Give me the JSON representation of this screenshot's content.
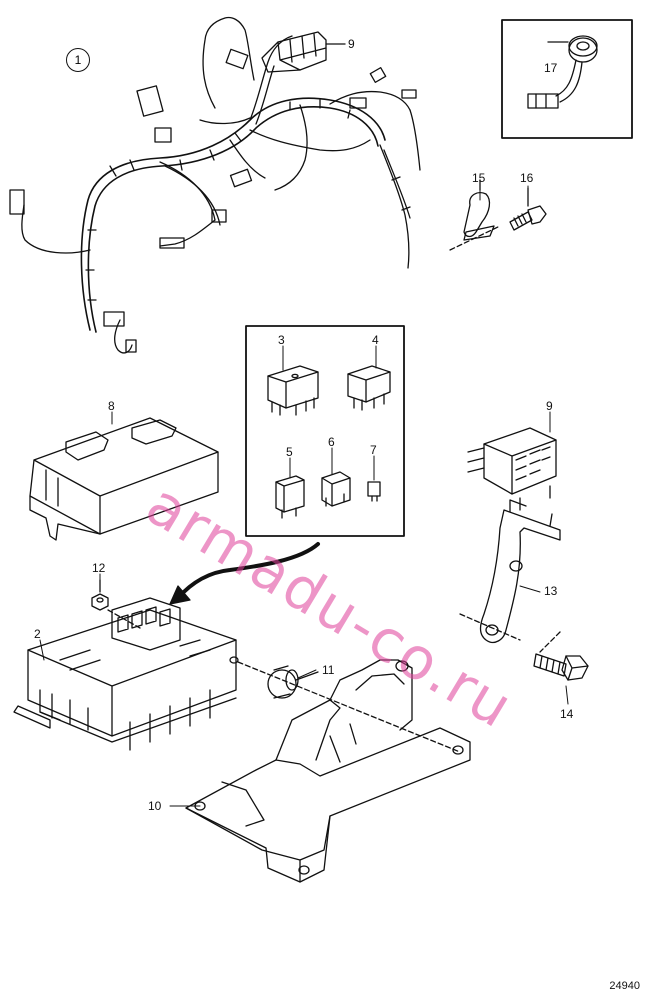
{
  "callouts": {
    "c1": "1",
    "c2": "2",
    "c3": "3",
    "c4": "4",
    "c5": "5",
    "c6": "6",
    "c7": "7",
    "c8": "8",
    "c9a": "9",
    "c9b": "9",
    "c10": "10",
    "c11": "11",
    "c12": "12",
    "c13": "13",
    "c14": "14",
    "c15": "15",
    "c16": "16",
    "c17": "17"
  },
  "figure_number": "24940",
  "watermark": "armadu-co.ru"
}
